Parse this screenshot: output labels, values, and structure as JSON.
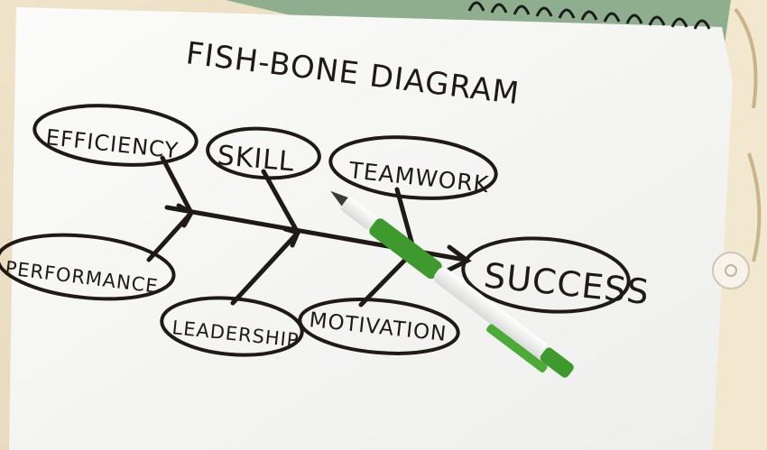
{
  "photo": {
    "title": "FISH-BONE DIAGRAM",
    "head": "SUCCESS",
    "causes": {
      "efficiency": "EFFICIENCY",
      "skill": "SKILL",
      "teamwork": "TEAMWORK",
      "performance": "PERFORMANCE",
      "leadership": "LEADERSHIP",
      "motivation": "MOTIVATION"
    },
    "colors": {
      "paper": "#f7f7f5",
      "ink": "#1f1a16",
      "desk": "#e9dcc1",
      "folder_green": "#8fae8d",
      "pen_green": "#3f9a2e",
      "pen_white": "#f4f4f2"
    }
  }
}
